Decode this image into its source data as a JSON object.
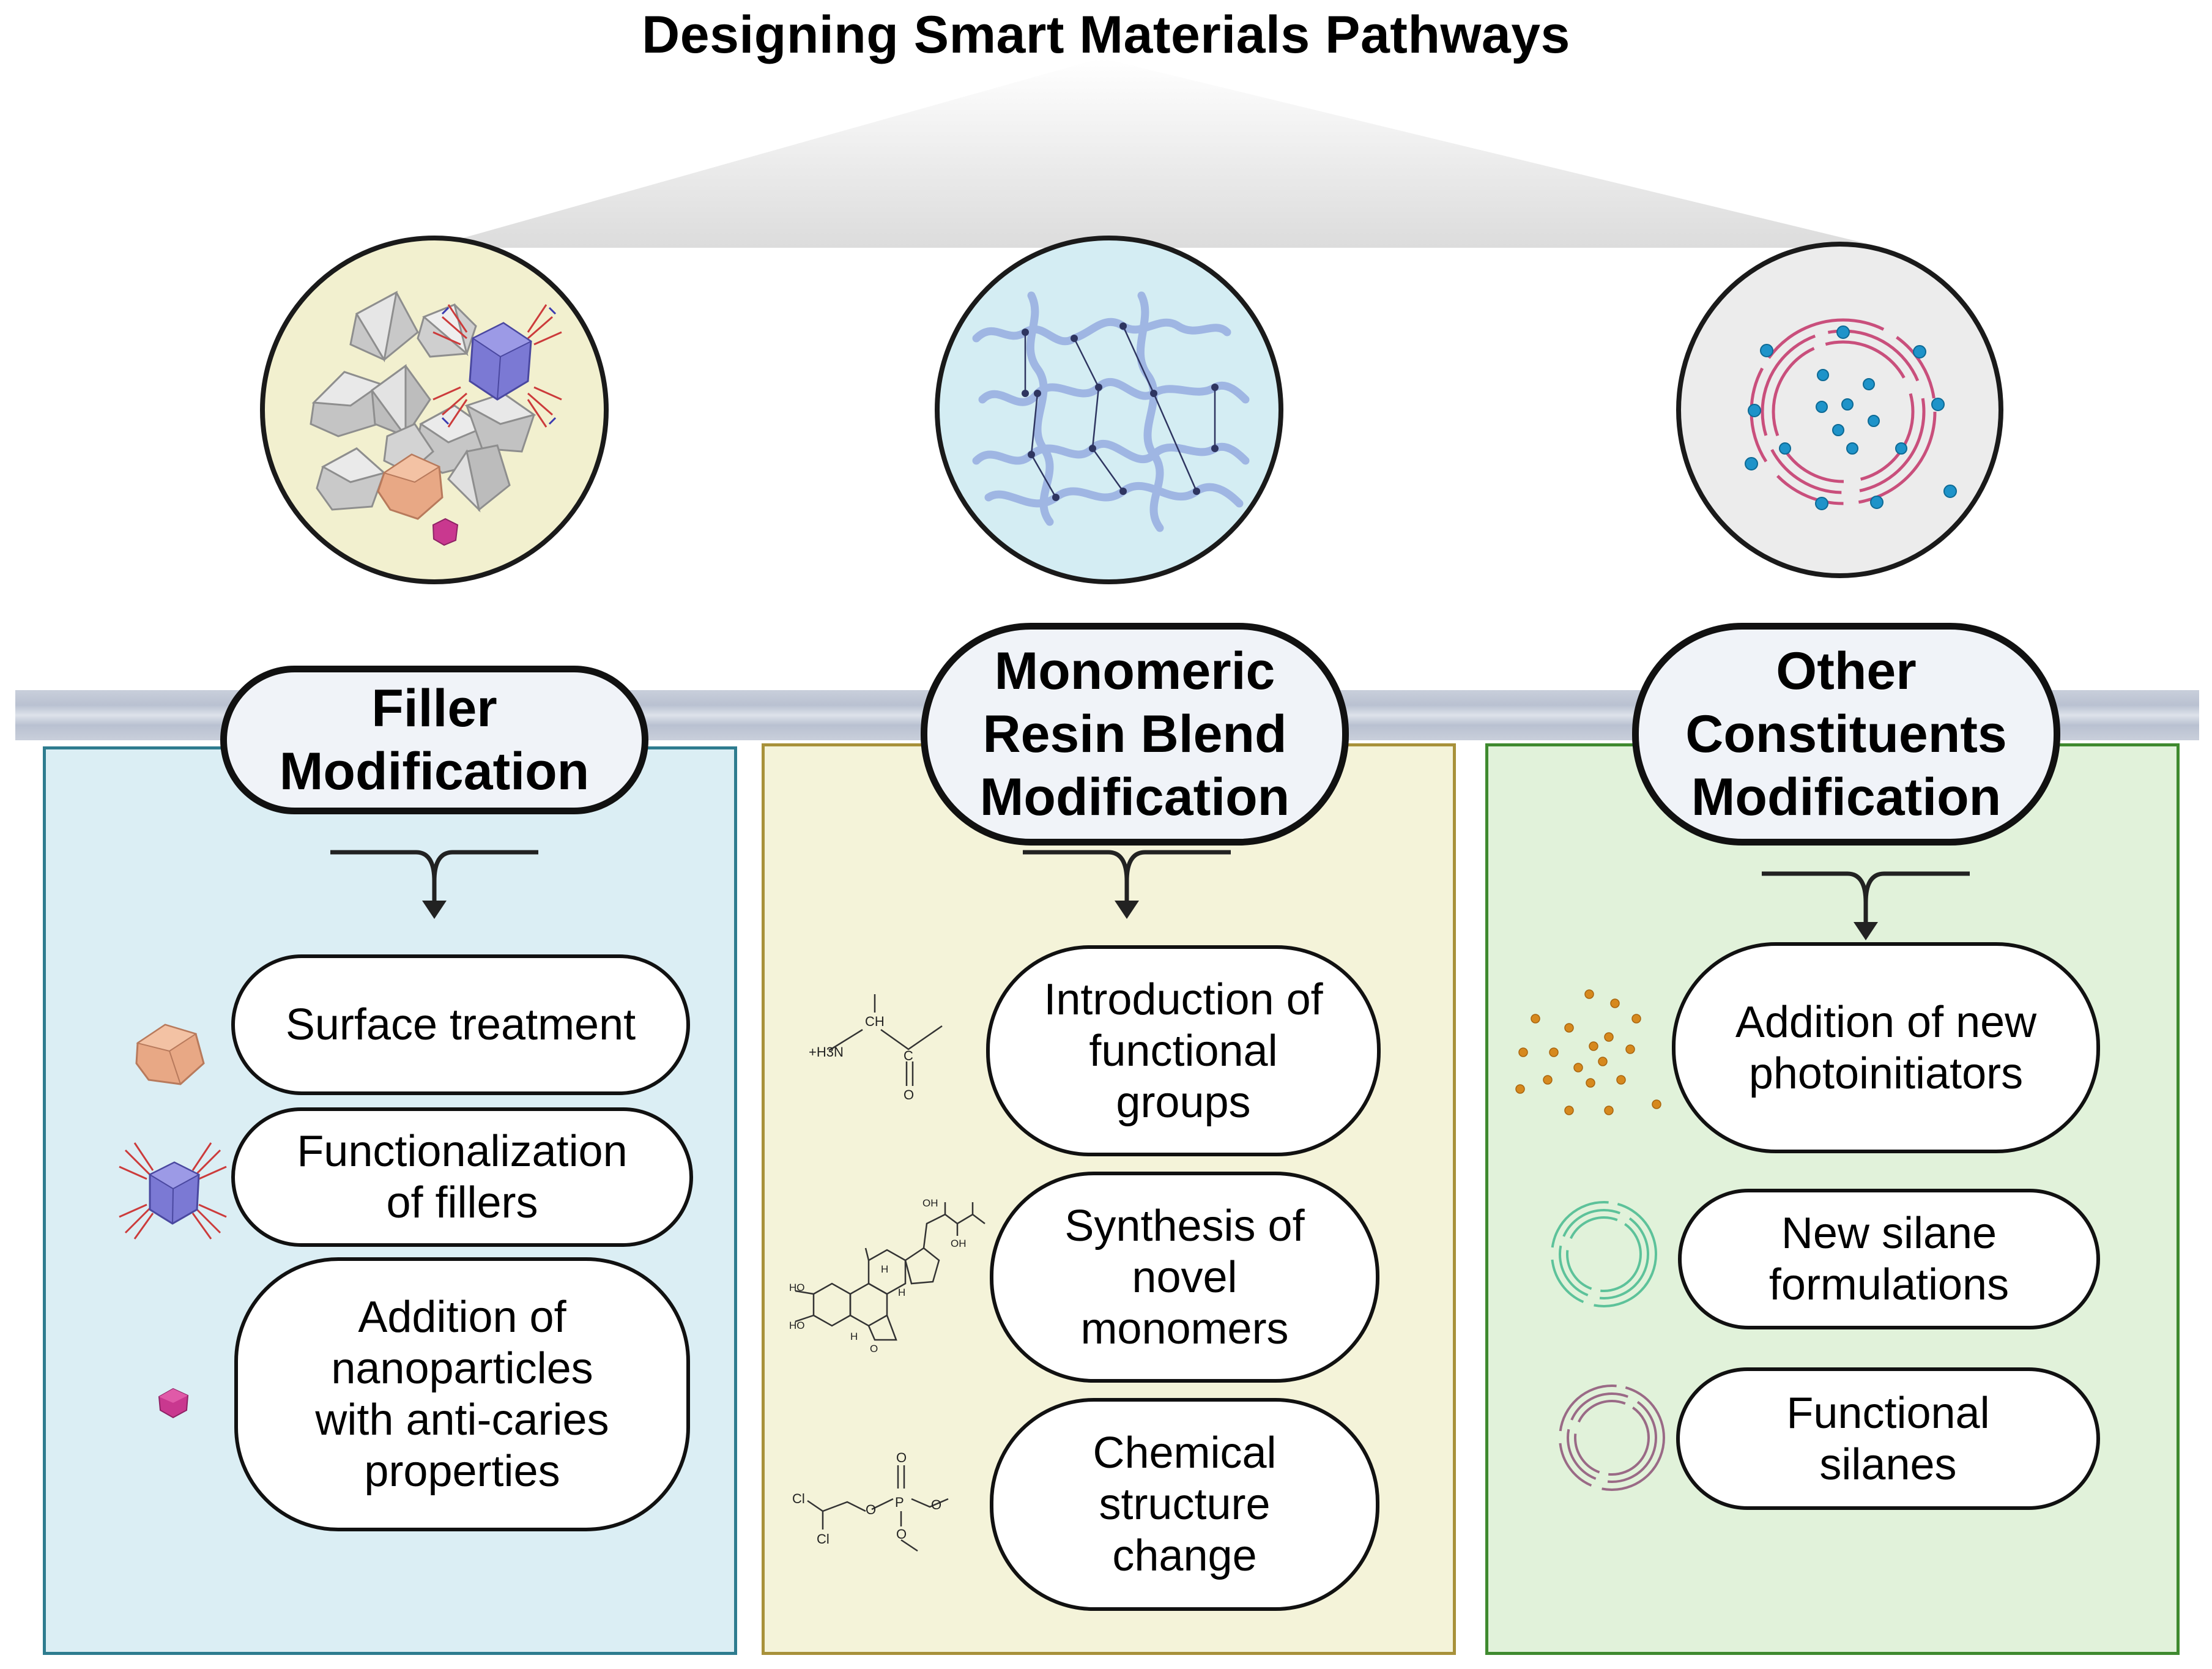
{
  "title": "Designing Smart Materials Pathways",
  "columns": [
    {
      "header": "Filler\nModification",
      "items": [
        "Surface treatment",
        "Functionalization\nof fillers",
        "Addition of\nnanoparticles\nwith anti-caries\nproperties"
      ]
    },
    {
      "header": "Monomeric\nResin Blend\nModification",
      "items": [
        "Introduction of\nfunctional\ngroups",
        "Synthesis of\nnovel\nmonomers",
        "Chemical\nstructure\nchange"
      ]
    },
    {
      "header": "Other\nConstituents\nModification",
      "items": [
        "Addition of new\nphotoinitiators",
        "New silane\nformulations",
        "Functional\nsilanes"
      ]
    }
  ],
  "chem_labels": {
    "amino": [
      "+H3N",
      "CH",
      "C",
      "O"
    ],
    "steroid": [
      "OH",
      "OH",
      "HO",
      "HO",
      "H",
      "H",
      "H",
      "O"
    ],
    "phosphate": [
      "Cl",
      "Cl",
      "O",
      "P",
      "O",
      "O",
      "O"
    ]
  },
  "colors": {
    "filler_panel": "#dbeef4",
    "filler_border": "#2e7c8f",
    "resin_panel": "#f4f3d9",
    "resin_border": "#a8913a",
    "other_panel": "#e1f2da",
    "other_border": "#3f8a2f",
    "circle_filler": "#f2f0cf",
    "circle_resin": "#d4edf3",
    "circle_other": "#ececec",
    "band": "#c7cdd9"
  }
}
